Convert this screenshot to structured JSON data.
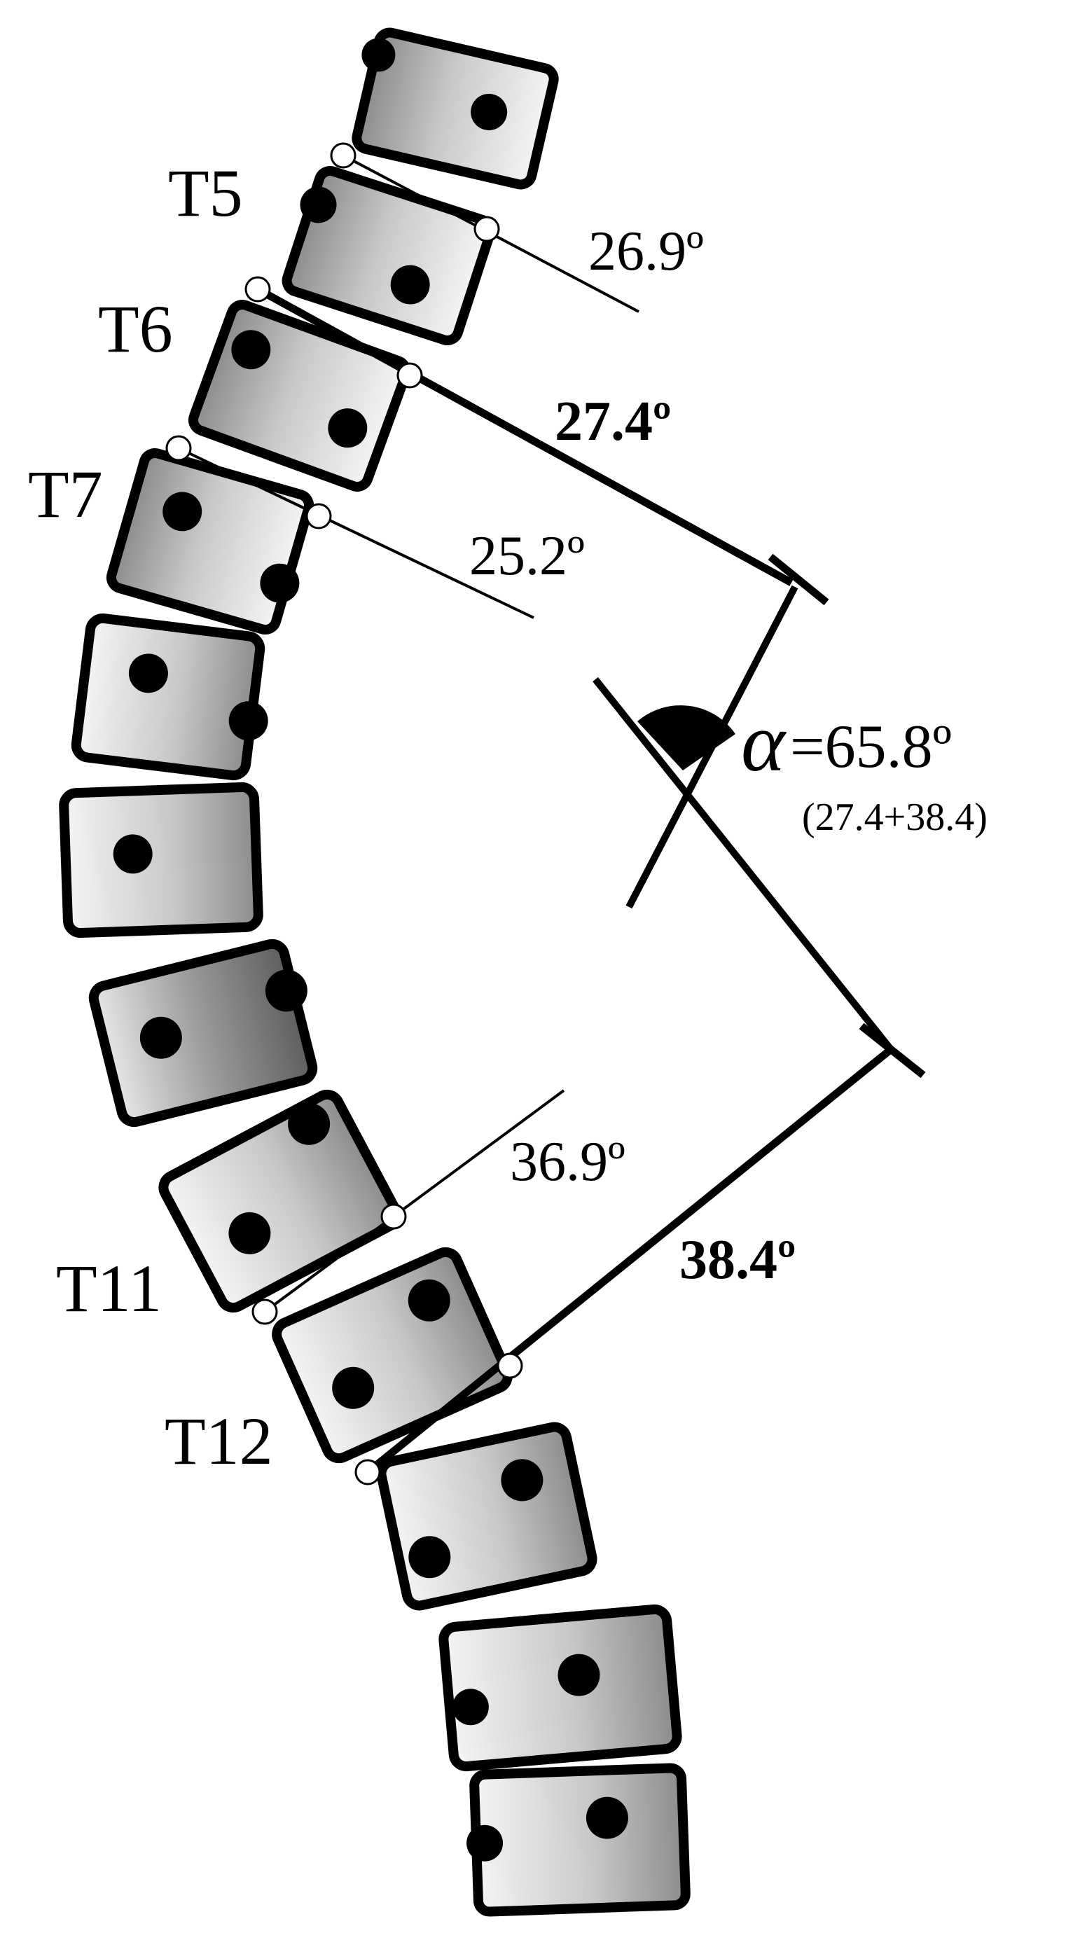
{
  "vertebra_labels": {
    "t5": "T5",
    "t6": "T6",
    "t7": "T7",
    "t11": "T11",
    "t12": "T12"
  },
  "angle_labels": {
    "t5_angle": "26.9º",
    "t6_angle": "27.4º",
    "t7_angle": "25.2º",
    "t11_angle": "36.9º",
    "t12_angle": "38.4º"
  },
  "kyphosis": {
    "symbol": "α",
    "value_text": "=65.8º",
    "formula": "(27.4+38.4)"
  },
  "colors": {
    "outline": "#000000",
    "body_light": "#f2f2f2",
    "body_dark": "#8a8a8a",
    "background": "#ffffff"
  }
}
